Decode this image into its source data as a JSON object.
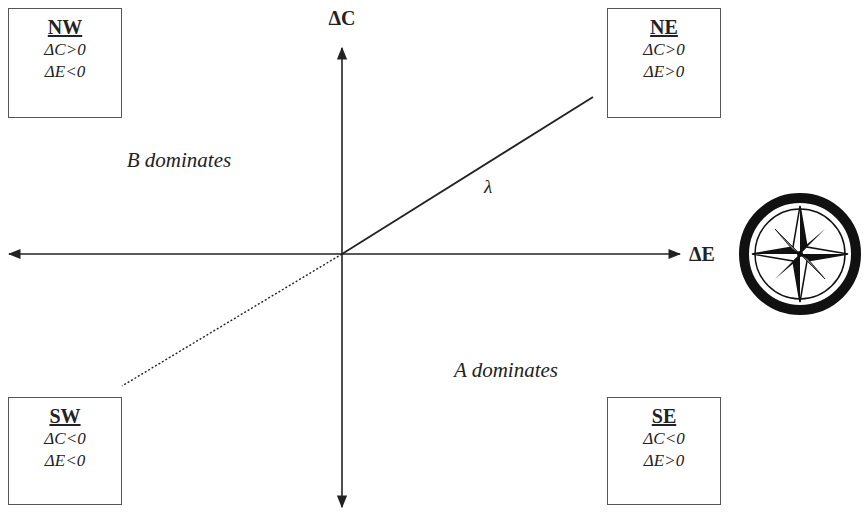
{
  "diagram": {
    "nodes": [
      {
        "text": [
          "NW",
          "ΔC>0",
          "ΔE<0"
        ]
      },
      {
        "text": [
          "NE",
          "ΔC>0",
          "ΔE>0"
        ]
      },
      {
        "text": [
          "SW",
          "ΔC<0",
          "ΔE<0"
        ]
      },
      {
        "text": [
          "SE",
          "ΔC<0",
          "ΔE>0"
        ]
      }
    ],
    "labels": [
      "ΔC",
      "ΔE",
      "B dominates",
      "λ",
      "A dominates"
    ]
  }
}
